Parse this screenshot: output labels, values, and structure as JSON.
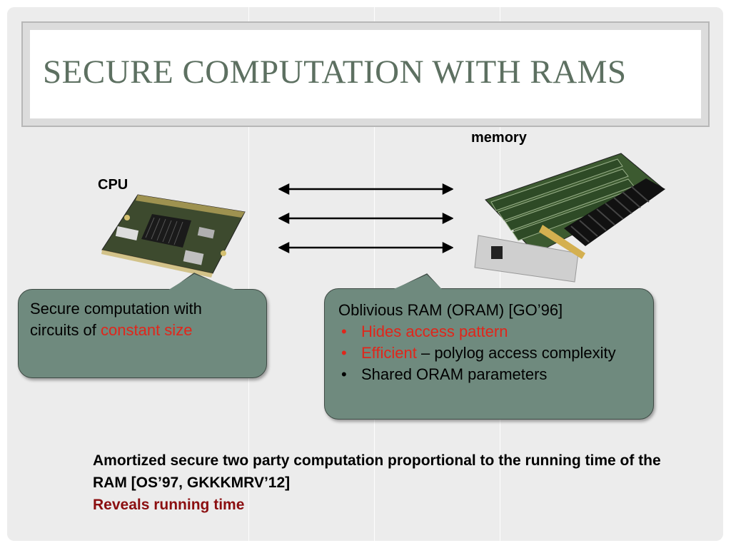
{
  "title": "SECURE COMPUTATION WITH RAMS",
  "labels": {
    "cpu": "CPU",
    "memory": "memory"
  },
  "images": {
    "cpu": "cpu-board-image",
    "memory": "ram-card-image"
  },
  "left_callout": {
    "text_before": "Secure computation with circuits of ",
    "highlight": "constant size"
  },
  "right_callout": {
    "heading": "Oblivious RAM (ORAM) [GO’96]",
    "bullet_char": "•",
    "items": [
      {
        "highlight": "Hides access pattern",
        "rest": ""
      },
      {
        "highlight": "Efficient",
        "rest": " – polylog access complexity"
      },
      {
        "highlight": "",
        "rest": "Shared ORAM parameters"
      }
    ]
  },
  "bottom": {
    "line1": "Amortized secure two party computation proportional to the running time of the RAM [OS’97, GKKKMRV’12]",
    "line2": "Reveals running time"
  },
  "colors": {
    "title": "#5d7061",
    "callout_fill": "#6f8a7e",
    "highlight_red": "#e0261b",
    "dark_red": "#8b0e10"
  }
}
